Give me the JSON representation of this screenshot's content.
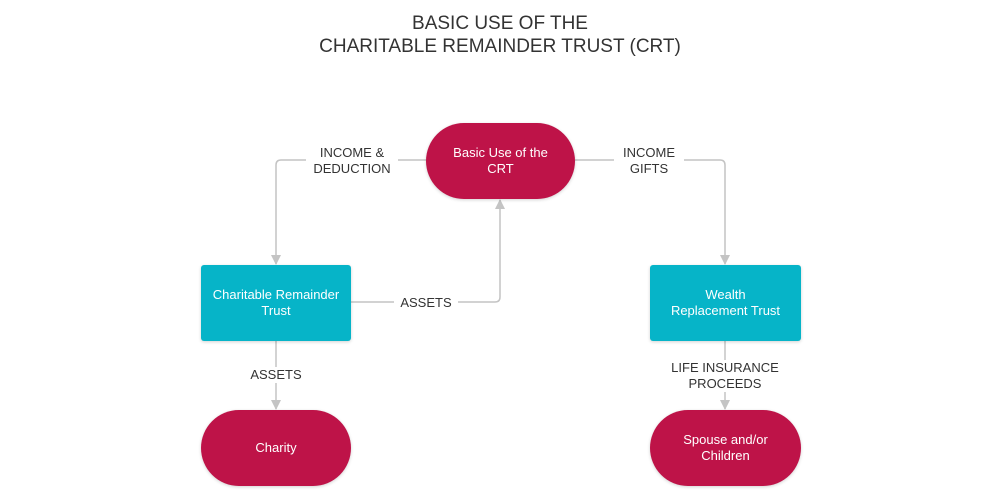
{
  "colors": {
    "pill": "#be1348",
    "rect": "#06b4c8",
    "connector": "#c4c4c4",
    "text": "#333333"
  },
  "title": {
    "line1": "BASIC USE OF THE",
    "line2": "CHARITABLE REMAINDER TRUST (CRT)"
  },
  "nodes": {
    "crt_use": {
      "line1": "Basic Use of the",
      "line2": "CRT"
    },
    "charitable_trust": {
      "line1": "Charitable Remainder",
      "line2": "Trust"
    },
    "wealth_trust": {
      "line1": "Wealth",
      "line2": "Replacement Trust"
    },
    "charity": {
      "line1": "Charity"
    },
    "spouse": {
      "line1": "Spouse and/or",
      "line2": "Children"
    }
  },
  "edges": {
    "income_deduction": {
      "line1": "INCOME &",
      "line2": "DEDUCTION"
    },
    "income_gifts": {
      "line1": "INCOME",
      "line2": "GIFTS"
    },
    "assets_to_crt": {
      "line1": "ASSETS"
    },
    "assets_to_charity": {
      "line1": "ASSETS"
    },
    "life_insurance": {
      "line1": "LIFE INSURANCE",
      "line2": "PROCEEDS"
    }
  }
}
